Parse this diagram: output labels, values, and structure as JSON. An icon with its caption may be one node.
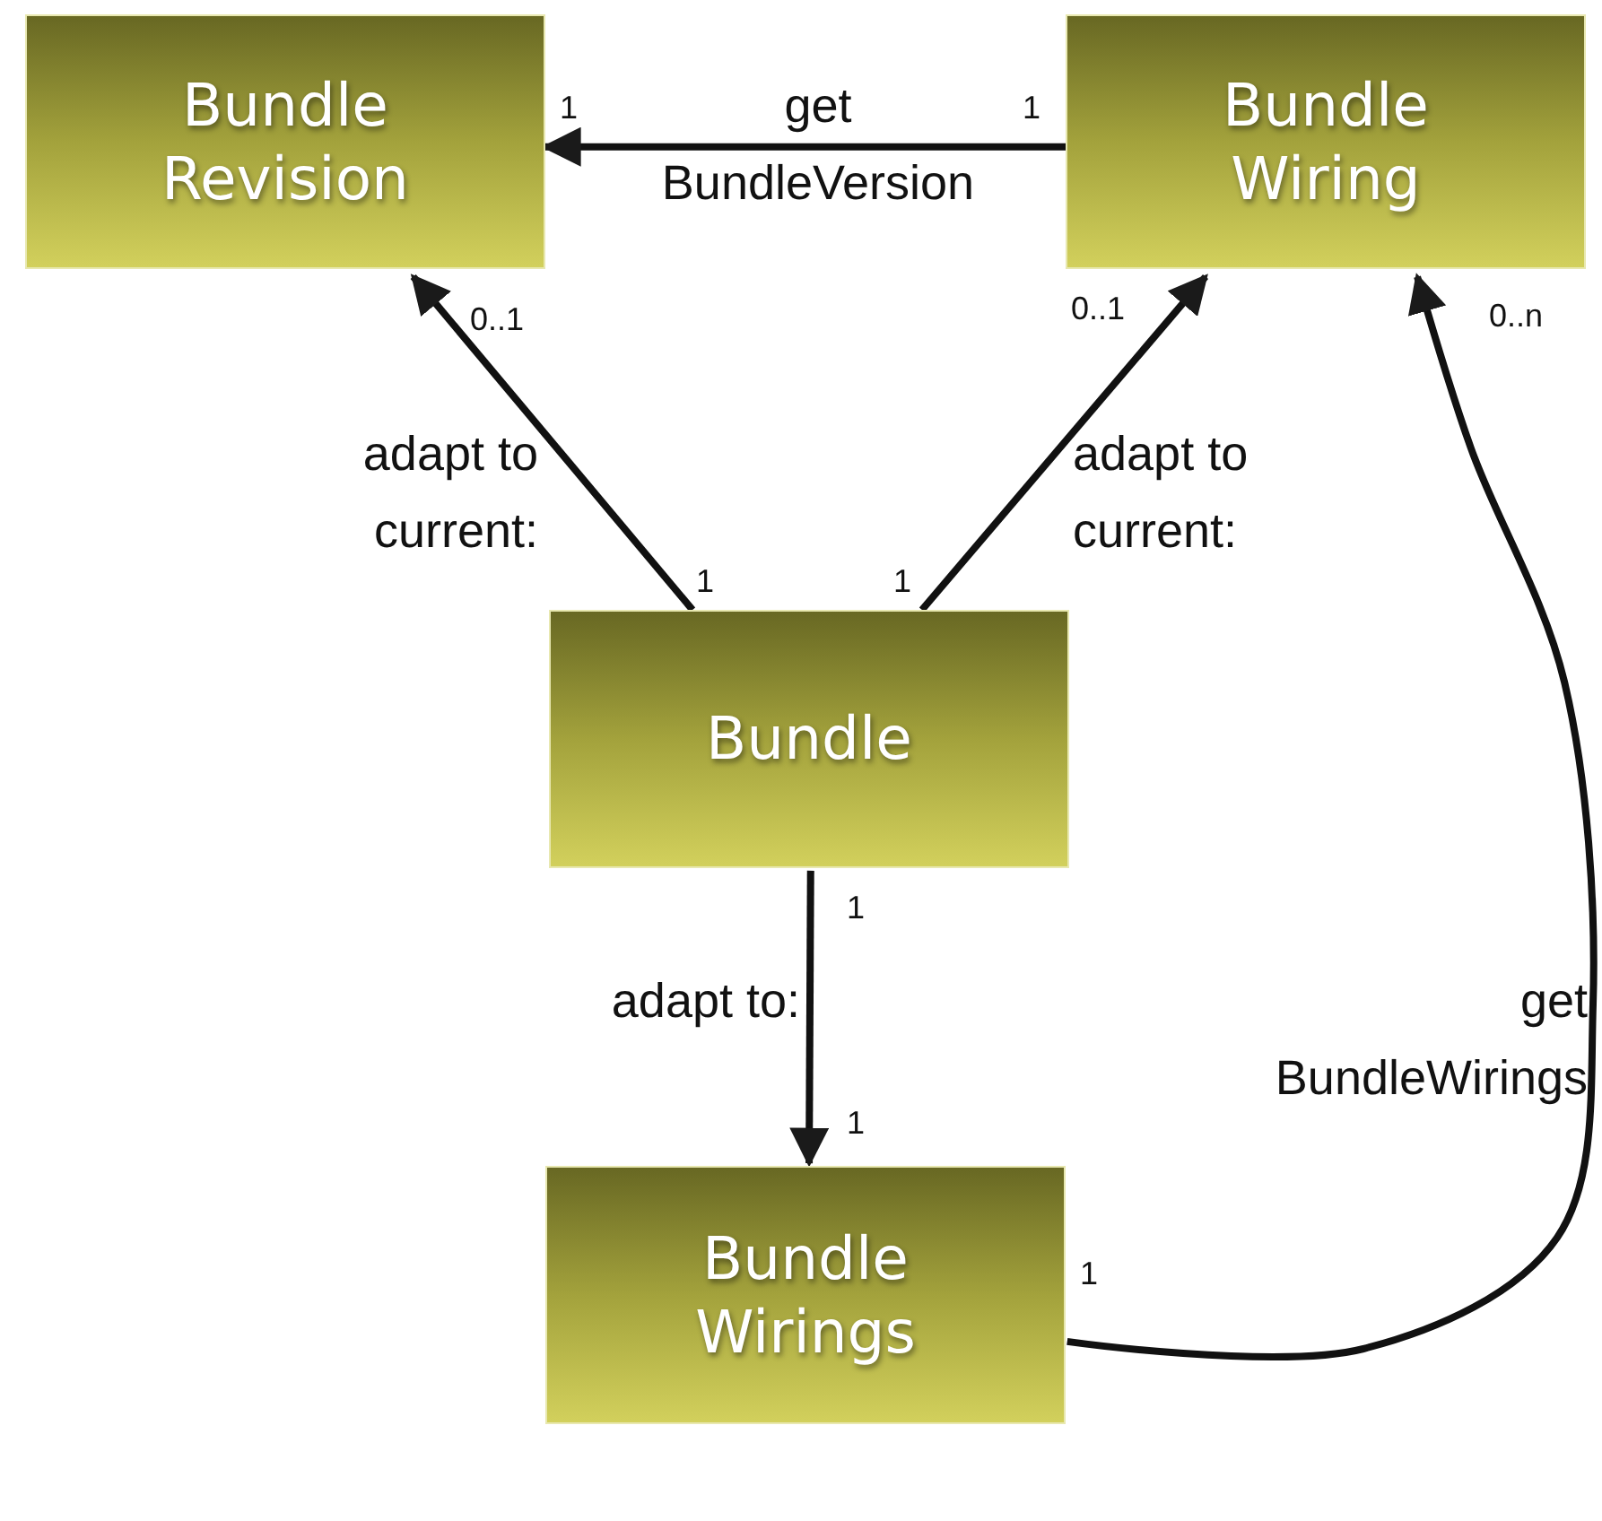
{
  "diagram": {
    "nodes": [
      {
        "text": [
          "Bundle Revision"
        ]
      },
      {
        "text": [
          "Bundle Wiring"
        ]
      },
      {
        "text": [
          "Bundle"
        ]
      },
      {
        "text": [
          "Bundle Wirings"
        ]
      }
    ],
    "edges": [
      {
        "from": 1,
        "to": 0,
        "arrow": "to",
        "label": "get BundleVersion"
      },
      {
        "from": 2,
        "to": 0,
        "arrow": "to",
        "label": "adapt to current:"
      },
      {
        "from": 2,
        "to": 1,
        "arrow": "to",
        "label": "adapt to current:"
      },
      {
        "from": 2,
        "to": 3,
        "arrow": "to",
        "label": "adapt to:"
      },
      {
        "from": 3,
        "to": 1,
        "arrow": "to",
        "label": "get BundleWirings"
      }
    ],
    "labels": [
      "1",
      "1",
      "0..1",
      "0..1",
      "0..n",
      "1",
      "1",
      "1",
      "1",
      "1"
    ]
  }
}
